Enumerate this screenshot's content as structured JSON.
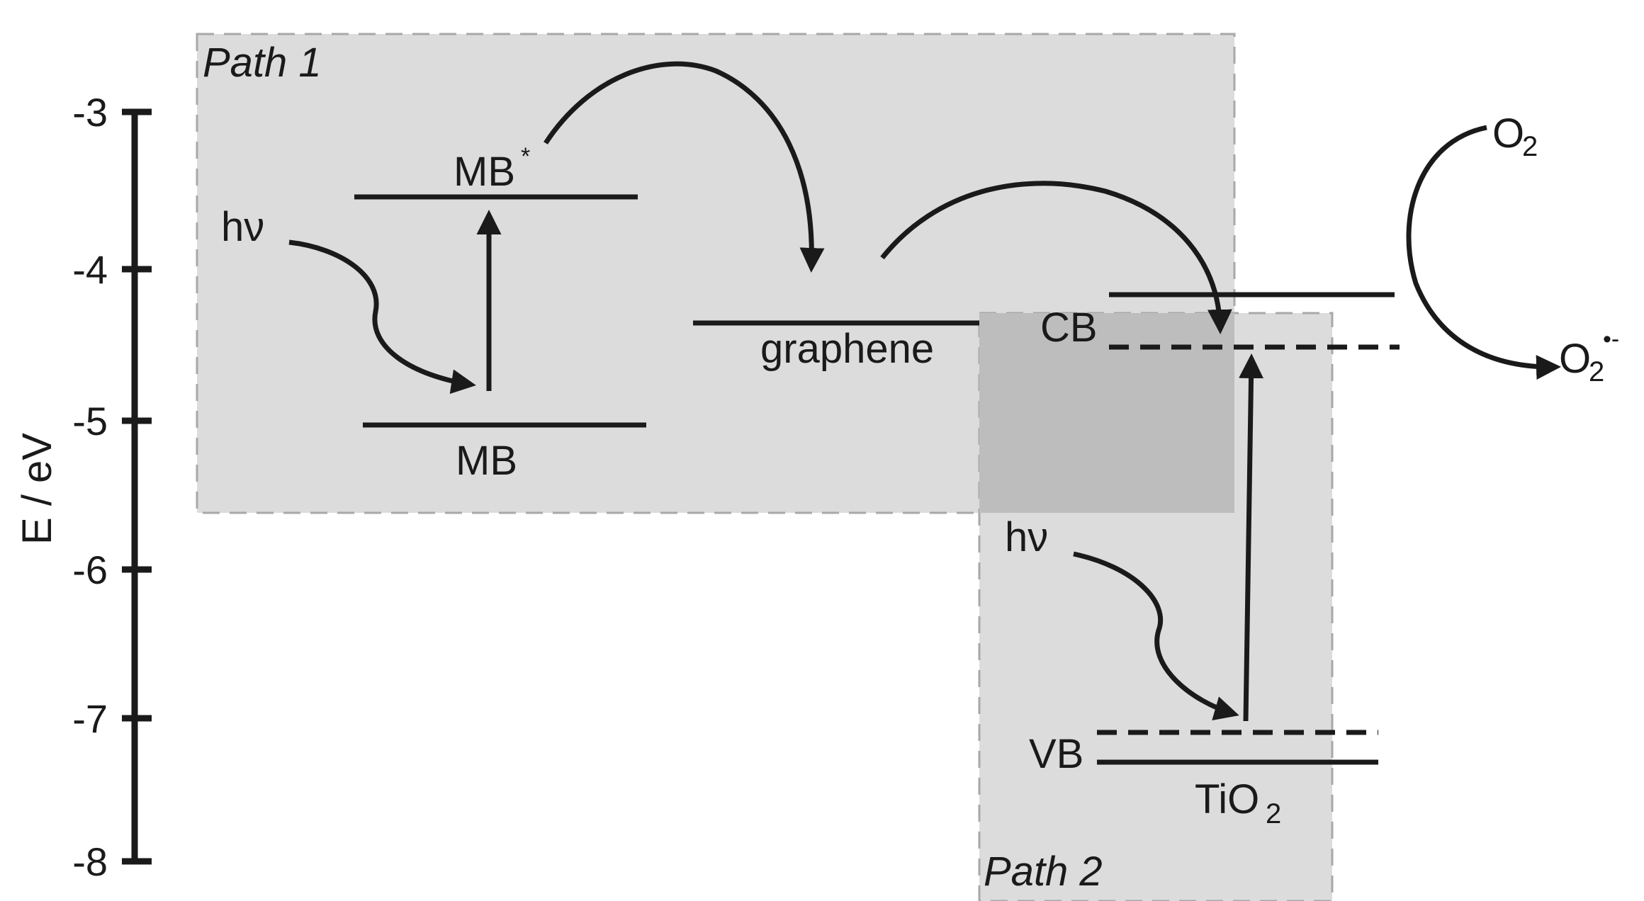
{
  "axis": {
    "label": "E / eV",
    "ticks": [
      "-3",
      "-4",
      "-5",
      "-6",
      "-7",
      "-8"
    ]
  },
  "regions": {
    "path1": "Path 1",
    "path2": "Path 2"
  },
  "levels": {
    "mb_star": "MB",
    "mb_star_sup": "*",
    "mb": "MB",
    "graphene": "graphene",
    "cb": "CB",
    "vb": "VB",
    "tio2_main": "TiO",
    "tio2_sub": "2"
  },
  "photon": {
    "hv1": "hν",
    "hv2": "hν"
  },
  "oxygen": {
    "o2_main": "O",
    "o2_sub": "2",
    "superoxide_main": "O",
    "superoxide_sub": "2",
    "superoxide_sup": "•-"
  },
  "colors": {
    "region_fill": "#dcdcdc",
    "overlap_fill": "#bdbdbd",
    "ink": "#1a1a1a"
  }
}
